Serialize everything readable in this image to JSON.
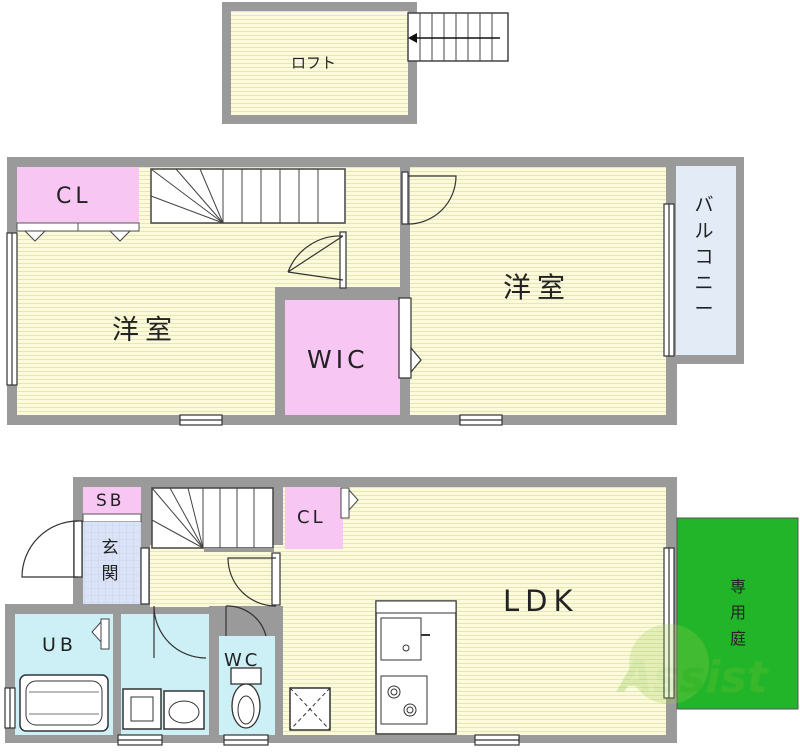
{
  "rooms": {
    "loft": "ロフト",
    "closet_upper": "CL",
    "western_left": "洋室",
    "wic": "WIC",
    "western_right": "洋室",
    "balcony": [
      "バ",
      "ル",
      "コ",
      "ニ",
      "ー"
    ],
    "shoebox": "SB",
    "entrance": [
      "玄",
      "関"
    ],
    "closet_lower": "CL",
    "ldk": "LDK",
    "garden": [
      "専",
      "用",
      "庭"
    ],
    "unit_bath": "UB",
    "toilet": "WC"
  },
  "watermark": "Assist",
  "colors": {
    "floor_yellow": "#fbfbdc",
    "closet_pink": "#f7c6f3",
    "wet_blue": "#cdeff6",
    "entry_blue": "#dbe3f7",
    "garden_green": "#22b52a",
    "wall": "#8a8a8a"
  }
}
